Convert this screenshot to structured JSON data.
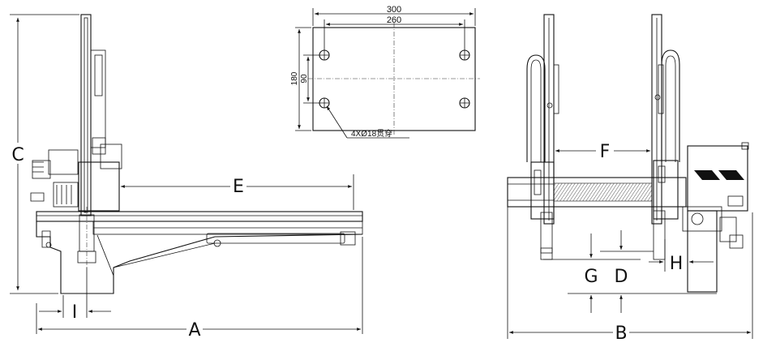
{
  "plate": {
    "width_total": "300",
    "width_holes": "260",
    "height_total": "180",
    "height_holes": "90",
    "hole_note": "4XØ18贯穿"
  },
  "side_view": {
    "label_A": "A",
    "label_C": "C",
    "label_E": "E",
    "label_I": "I"
  },
  "front_view": {
    "label_B": "B",
    "label_D": "D",
    "label_F": "F",
    "label_G": "G",
    "label_H": "H"
  }
}
